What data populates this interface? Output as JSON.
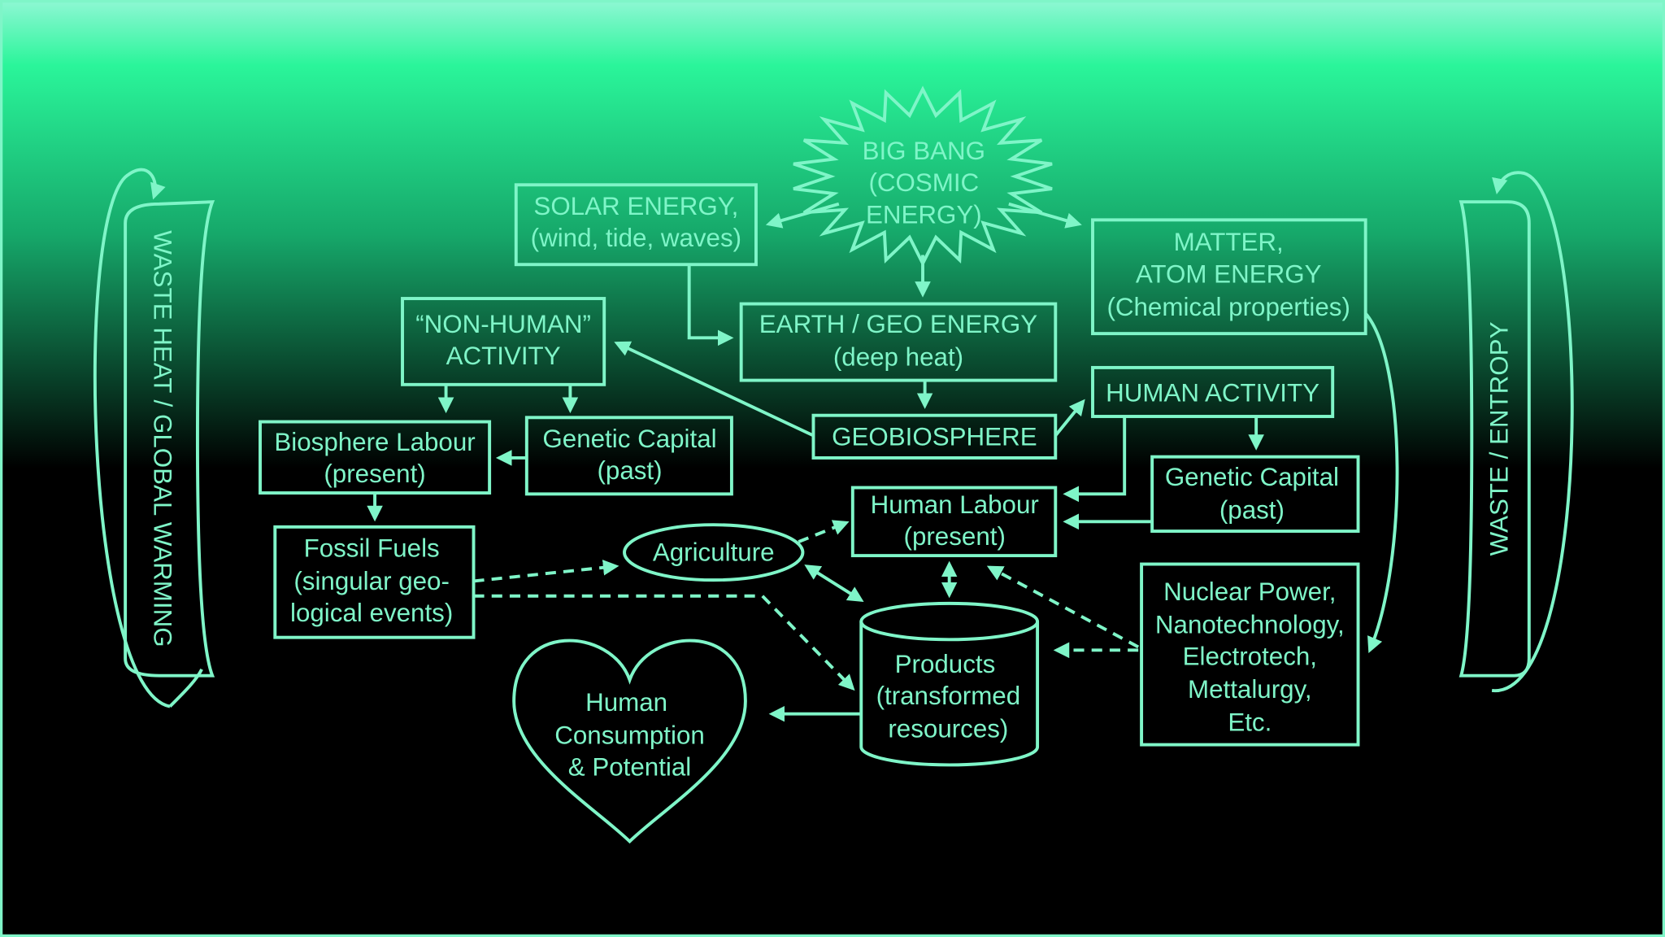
{
  "colors": {
    "stroke": "#7ff5c8",
    "top": "#8ff7d4",
    "mid": "#2af59a",
    "bottom": "#000000"
  },
  "big_bang": [
    "BIG BANG",
    "(COSMIC",
    "ENERGY)"
  ],
  "solar": [
    "SOLAR ENERGY,",
    "(wind, tide, waves)"
  ],
  "matter": [
    "MATTER,",
    "ATOM ENERGY",
    "(Chemical properties)"
  ],
  "earth": [
    "EARTH / GEO ENERGY",
    "(deep heat)"
  ],
  "non_human": [
    "“NON-HUMAN”",
    "ACTIVITY"
  ],
  "geobiosphere": "GEOBIOSPHERE",
  "human_activity": "HUMAN ACTIVITY",
  "biosphere_labour": [
    "Biosphere Labour",
    "(present)"
  ],
  "genetic_left": [
    "Genetic Capital",
    "(past)"
  ],
  "genetic_right": [
    "Genetic Capital",
    "(past)"
  ],
  "human_labour": [
    "Human Labour",
    "(present)"
  ],
  "fossil": [
    "Fossil Fuels",
    "(singular geo-",
    "logical events)"
  ],
  "agriculture": "Agriculture",
  "nuclear": [
    "Nuclear Power,",
    "Nanotechnology,",
    "Electrotech,",
    "Mettalurgy,",
    "Etc."
  ],
  "products": [
    "Products",
    "(transformed",
    "resources)"
  ],
  "heart": [
    "Human",
    "Consumption",
    "& Potential"
  ],
  "left_scroll": "WASTE HEAT / GLOBAL WARMING",
  "right_scroll": "WASTE / ENTROPY"
}
